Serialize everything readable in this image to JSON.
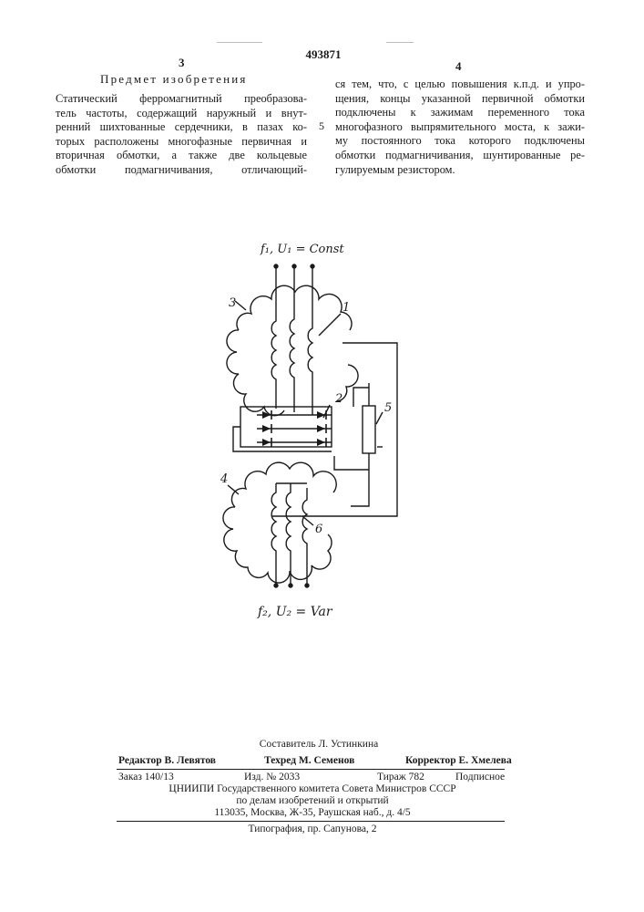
{
  "header": {
    "patent_number": "493871",
    "left_column_number": "3",
    "right_column_number": "4",
    "margin_line_number": "5"
  },
  "claims": {
    "heading": "Предмет изобретения",
    "left_lines": [
      "Статический ферромагнитный преобразова-",
      "тель частоты, содержащий наружный и внут-",
      "ренний шихтованные сердечники, в пазах ко-",
      "торых расположены многофазные первичная и",
      "вторичная обмотки, а также две кольцевые",
      "обмотки подмагничивания, отличающий-"
    ],
    "right_lines": [
      "ся тем, что, с целью повышения к.п.д. и упро-",
      "щения, концы указанной первичной обмотки",
      "подключены к зажимам переменного тока",
      "многофазного выпрямительного моста, к зажи-",
      "му постоянного тока которого подключены",
      "обмотки подмагничивания, шунтированные ре-",
      "гулируемым резистором."
    ]
  },
  "figure": {
    "input_label": "f₁, U₁ = Const",
    "output_label": "f₂, U₂ = Var",
    "ref_1": "1",
    "ref_2": "2",
    "ref_3": "3",
    "ref_4": "4",
    "ref_5": "5",
    "ref_6": "6"
  },
  "footer": {
    "compiler": "Составитель Л. Устинкина",
    "editor": "Редактор В. Левятов",
    "tech_editor": "Техред М. Семенов",
    "corrector": "Корректор Е. Хмелева",
    "order": "Заказ 140/13",
    "issue": "Изд. № 2033",
    "print_run": "Тираж 782",
    "subscription": "Подписное",
    "institute": "ЦНИИПИ Государственного комитета Совета Министров СССР",
    "dept": "по делам изобретений и открытий",
    "address": "113035, Москва, Ж-35, Раушская наб., д. 4/5",
    "printing": "Типография, пр. Сапунова, 2"
  }
}
